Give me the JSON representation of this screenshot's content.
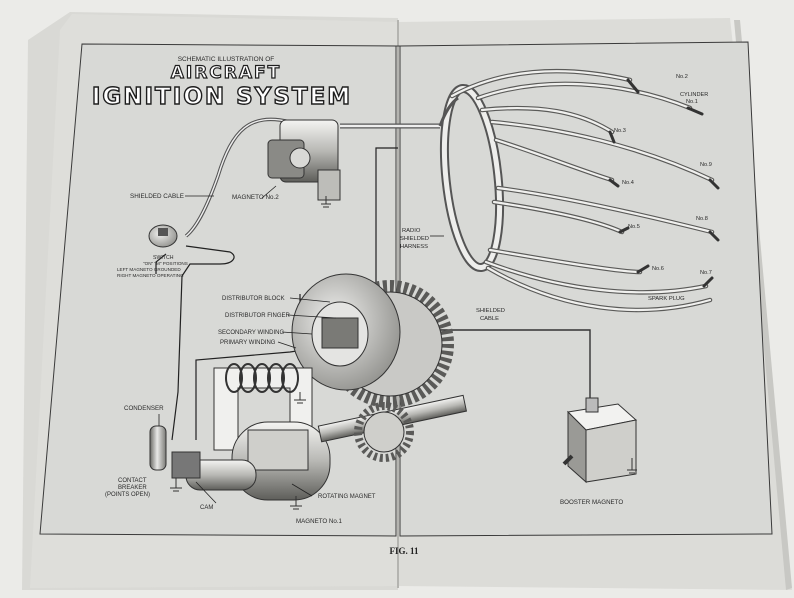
{
  "header": {
    "subtitle": "SCHEMATIC ILLUSTRATION OF",
    "title_line1": "AIRCRAFT",
    "title_line2": "IGNITION  SYSTEM"
  },
  "labels": {
    "shielded_cable_left": "SHIELDED CABLE",
    "magneto_no2": "MAGNETO No.2",
    "switch_1": "SWITCH",
    "switch_2": "\"ON\" \"M\" POSITIONS",
    "switch_3": "LEFT MAGNETO GROUNDED",
    "switch_4": "RIGHT MAGNETO OPERATING",
    "distributor_block": "DISTRIBUTOR BLOCK",
    "distributor_finger": "DISTRIBUTOR FINGER",
    "secondary_winding": "SECONDARY WINDING",
    "primary_winding": "PRIMARY WINDING",
    "condenser": "CONDENSER",
    "contact_1": "CONTACT",
    "contact_2": "BREAKER",
    "contact_3": "(POINTS OPEN)",
    "cam": "CAM",
    "rotating_magnet": "ROTATING MAGNET",
    "magneto_no1": "MAGNETO No.1",
    "radio_1": "RADIO",
    "radio_2": "SHIELDED",
    "radio_3": "HARNESS",
    "shielded_cable_right_1": "SHIELDED",
    "shielded_cable_right_2": "CABLE",
    "booster_magneto": "BOOSTER MAGNETO",
    "cyl_no2": "No.2",
    "cylinder_1": "CYLINDER",
    "cylinder_2": "No.1",
    "cyl_no3": "No.3",
    "cyl_no9": "No.9",
    "cyl_no4": "No.4",
    "cyl_no5": "No.5",
    "cyl_no8": "No.8",
    "cyl_no6": "No.6",
    "cyl_no7": "No.7",
    "spark_plug": "SPARK PLUG"
  },
  "footer": {
    "figure": "FIG. 11"
  }
}
